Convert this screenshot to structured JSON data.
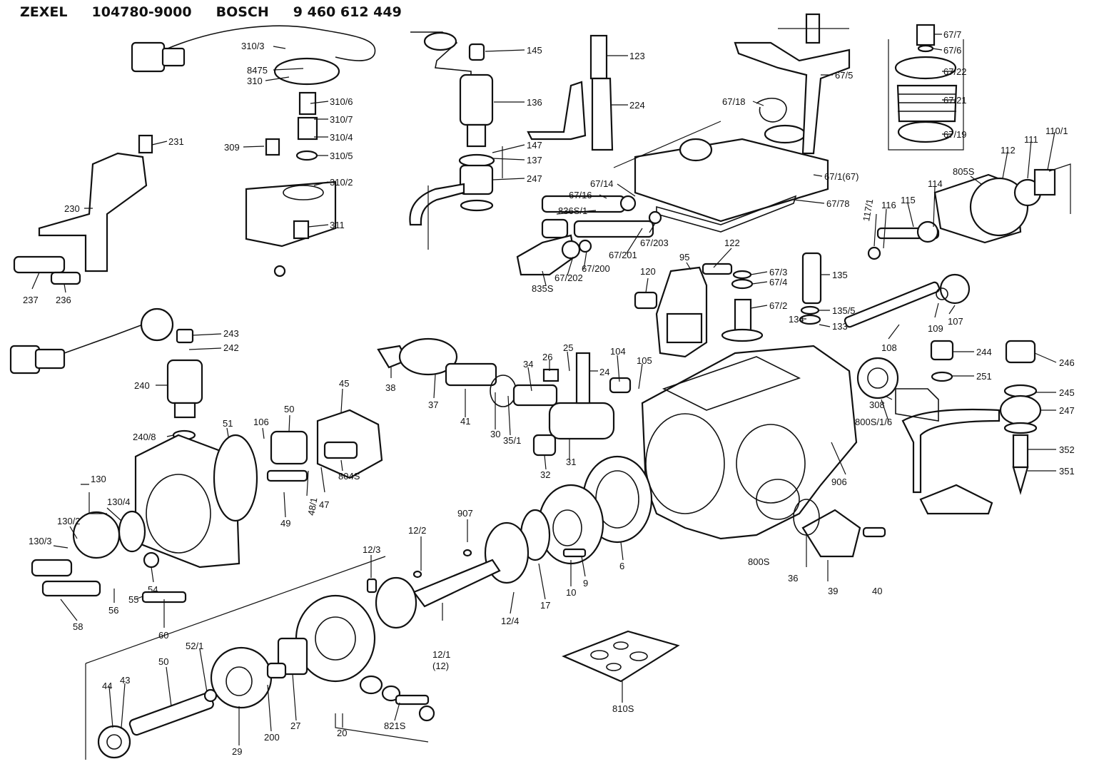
{
  "header": {
    "brand1": "ZEXEL",
    "code1": "104780-9000",
    "brand2": "BOSCH",
    "code2": "9 460 612 449"
  },
  "labels": {
    "l310_3": "310/3",
    "l8475": "8475",
    "l310": "310",
    "l310_6": "310/6",
    "l310_7": "310/7",
    "l309": "309",
    "l310_4": "310/4",
    "l310_5": "310/5",
    "l310_2": "310/2",
    "l311": "311",
    "l231": "231",
    "l230": "230",
    "l237": "237",
    "l236": "236",
    "l145": "145",
    "l136": "136",
    "l147": "147",
    "l137": "137",
    "l247a": "247",
    "l123": "123",
    "l224": "224",
    "l67_18": "67/18",
    "l67_5": "67/5",
    "l67_14": "67/14",
    "l67_16": "67/16",
    "l836s_1": "836S/1",
    "l67_1": "67/1(67)",
    "l67_78": "67/78",
    "l67_203": "67/203",
    "l67_201": "67/201",
    "l67_200": "67/200",
    "l67_202": "67/202",
    "l835s": "835S",
    "l67_7": "67/7",
    "l67_6": "67/6",
    "l67_22": "67/22",
    "l67_21": "67/21",
    "l67_19": "67/19",
    "l110_1": "110/1",
    "l111": "111",
    "l112": "112",
    "l805s": "805S",
    "l114": "114",
    "l115": "115",
    "l116": "116",
    "l117_1": "117/1",
    "l95": "95",
    "l122": "122",
    "l120": "120",
    "l67_3": "67/3",
    "l67_4": "67/4",
    "l67_2": "67/2",
    "l135": "135",
    "l135_5": "135/5",
    "l134": "134",
    "l133": "133",
    "l108": "108",
    "l109": "109",
    "l107": "107",
    "l244": "244",
    "l251": "251",
    "l246": "246",
    "l245": "245",
    "l247b": "247",
    "l308": "308",
    "l800s_1_6": "800S/1/6",
    "l352": "352",
    "l351": "351",
    "l906": "906",
    "l800s": "800S",
    "l36": "36",
    "l39": "39",
    "l40": "40",
    "l243": "243",
    "l242": "242",
    "l240": "240",
    "l240_8": "240/8",
    "l38": "38",
    "l37": "37",
    "l41": "41",
    "l30": "30",
    "l35_1": "35/1",
    "l34": "34",
    "l26": "26",
    "l25": "25",
    "l24": "24",
    "l104": "104",
    "l105": "105",
    "l32": "32",
    "l31": "31",
    "l51": "51",
    "l106": "106",
    "l50a": "50",
    "l45": "45",
    "l804s": "804S",
    "l47": "47",
    "l48_1": "48/1",
    "l49": "49",
    "l130": "130",
    "l130_4": "130/4",
    "l130_2": "130/2",
    "l130_3": "130/3",
    "l54": "54",
    "l55": "55",
    "l56": "56",
    "l58": "58",
    "l60": "60",
    "l907": "907",
    "l12_2": "12/2",
    "l12_3": "12/3",
    "l12_4": "12/4",
    "l12_1": "12/1",
    "l12_1b": "(12)",
    "l17": "17",
    "l10": "10",
    "l9": "9",
    "l6": "6",
    "l44": "44",
    "l43": "43",
    "l50b": "50",
    "l52_1": "52/1",
    "l29": "29",
    "l200": "200",
    "l27": "27",
    "l20": "20",
    "l821s": "821S",
    "l810s": "810S"
  }
}
